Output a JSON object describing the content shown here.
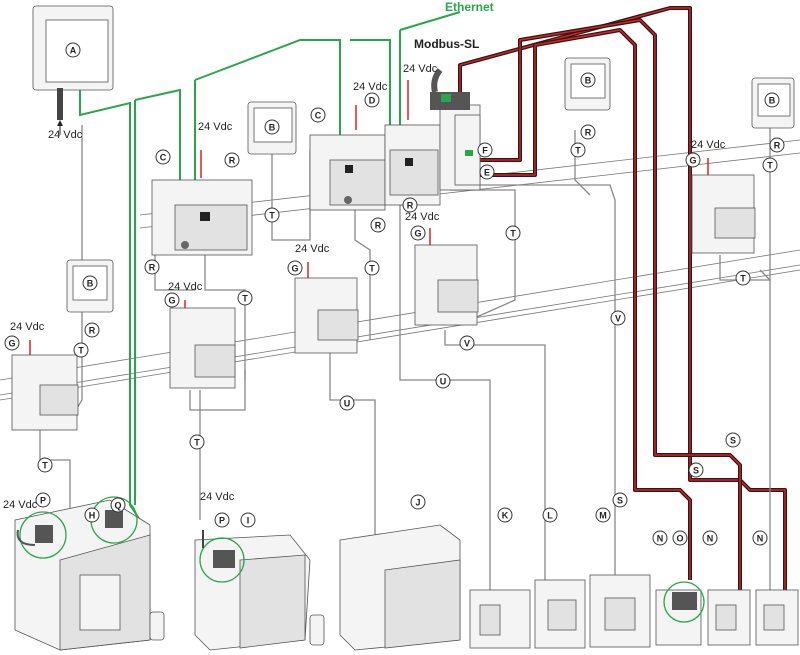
{
  "diagram": {
    "network_labels": {
      "ethernet": "Ethernet",
      "modbus": "Modbus-SL"
    },
    "power_label": "24 Vdc",
    "callouts": {
      "A": "A",
      "B": "B",
      "C": "C",
      "D": "D",
      "E": "E",
      "F": "F",
      "G": "G",
      "H": "H",
      "I": "I",
      "J": "J",
      "K": "K",
      "L": "L",
      "M": "M",
      "N": "N",
      "O": "O",
      "P": "P",
      "Q": "Q",
      "R": "R",
      "S": "S",
      "T": "T",
      "U": "U",
      "V": "V"
    },
    "colors": {
      "ethernet": "#2aa64a",
      "modbus_outer": "#2b1a1a",
      "modbus_inner": "#e02020",
      "cable_gray": "#888888",
      "power_wire": "#e02020"
    }
  }
}
